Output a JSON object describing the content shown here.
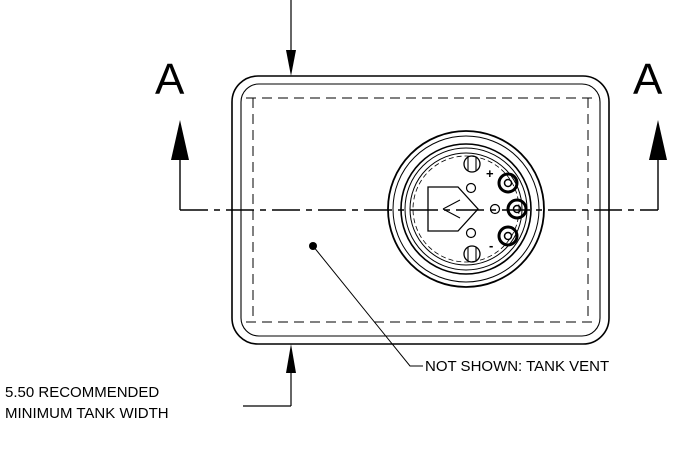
{
  "drawing": {
    "section_left": "A",
    "section_right": "A",
    "callout_vent": "NOT SHOWN:  TANK VENT",
    "dimension_line1": "5.50 RECOMMENDED",
    "dimension_line2": "MINIMUM TANK WIDTH",
    "polarity_plus": "+",
    "polarity_minus": "-"
  }
}
